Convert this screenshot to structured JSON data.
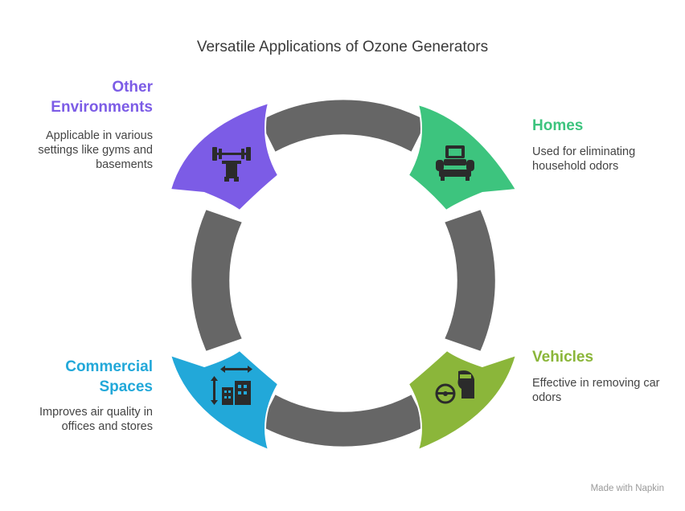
{
  "title": "Versatile Applications of Ozone Generators",
  "colors": {
    "ring": "#666666",
    "homes": "#3dc47e",
    "vehicles": "#8bb63a",
    "commercial": "#22a8d9",
    "other": "#7c5ce6"
  },
  "items": [
    {
      "id": "homes",
      "heading": "Homes",
      "description": "Used for eliminating household odors",
      "icon": "armchair-icon"
    },
    {
      "id": "vehicles",
      "heading": "Vehicles",
      "description": "Effective in removing car odors",
      "icon": "car-steering-driver-icon"
    },
    {
      "id": "commercial",
      "heading": "Commercial Spaces",
      "description": "Improves air quality in offices and stores",
      "icon": "building-measure-icon"
    },
    {
      "id": "other",
      "heading": "Other Environments",
      "description": "Applicable in various settings like gyms and basements",
      "icon": "barbell-icon"
    }
  ],
  "watermark": "Made with Napkin"
}
